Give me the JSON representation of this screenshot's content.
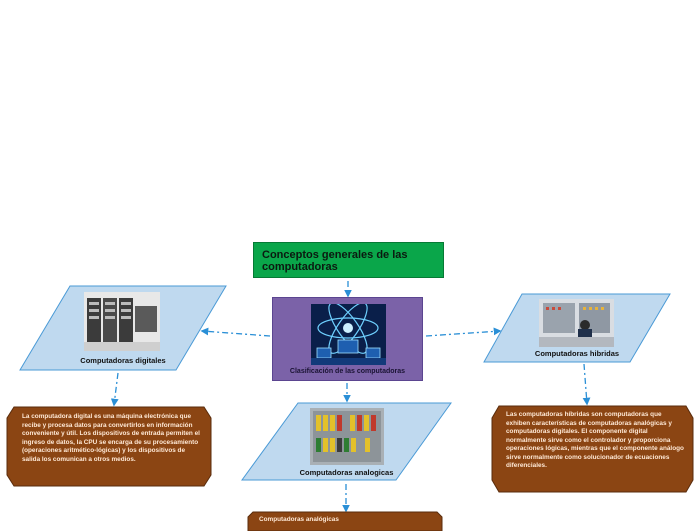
{
  "title": "Conceptos generales de las computadoras",
  "center": {
    "label": "Clasificación de las computadoras",
    "icon": "network-monitor-icon"
  },
  "branches": {
    "digital": {
      "label": "Computadoras digitales",
      "image": "vintage-computer-photo",
      "description": "La computadora digital es una máquina electrónica que recibe y procesa datos para convertirlos en información conveniente y útil. Los dispositivos de entrada permiten el ingreso de datos, la CPU se encarga de su procesamiento (operaciones aritmético-lógicas) y los dispositivos de salida los comunican a otros medios."
    },
    "analog": {
      "label": "Computadoras analogicas",
      "image": "control-panel-photo",
      "description": "Computadoras analógicas"
    },
    "hybrid": {
      "label": "Computadoras hibridas",
      "image": "operator-console-photo",
      "description": "Las computadoras híbridas son computadoras que exhiben características de computadoras analógicas y computadoras digitales. El componente digital normalmente sirve como el controlador y proporciona operaciones lógicas, mientras que el componente análogo sirve normalmente como solucionador de ecuaciones diferenciales."
    }
  },
  "colors": {
    "title_bg": "#0aa64a",
    "center_bg": "#7b62a8",
    "para_fill": "#bfd9ef",
    "para_stroke": "#4a9ad6",
    "desc_bg": "#8b4513",
    "desc_stroke": "#5a2c0c",
    "connector": "#2a8fd6"
  }
}
